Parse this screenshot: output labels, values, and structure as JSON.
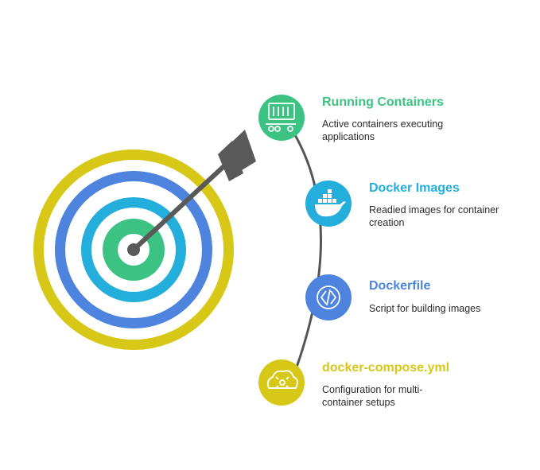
{
  "colors": {
    "ring_yellow": "#D7C818",
    "ring_blue": "#4E84DD",
    "ring_cyan": "#23AEDB",
    "ring_green": "#3CC383",
    "center_gray": "#595959",
    "arrow_gray": "#595959",
    "connector_gray": "#555555"
  },
  "items": [
    {
      "title": "Running Containers",
      "description": "Active containers executing applications",
      "color": "#3CC383",
      "icon": "container-truck-icon"
    },
    {
      "title": "Docker Images",
      "description": "Readied images for container creation",
      "color": "#23AEDB",
      "icon": "docker-whale-icon"
    },
    {
      "title": "Dockerfile",
      "description": "Script for building images",
      "color": "#4E84DD",
      "icon": "code-file-icon"
    },
    {
      "title": "docker-compose.yml",
      "description": "Configuration for multi-container setups",
      "color": "#D7C818",
      "icon": "config-cloud-icon"
    }
  ]
}
